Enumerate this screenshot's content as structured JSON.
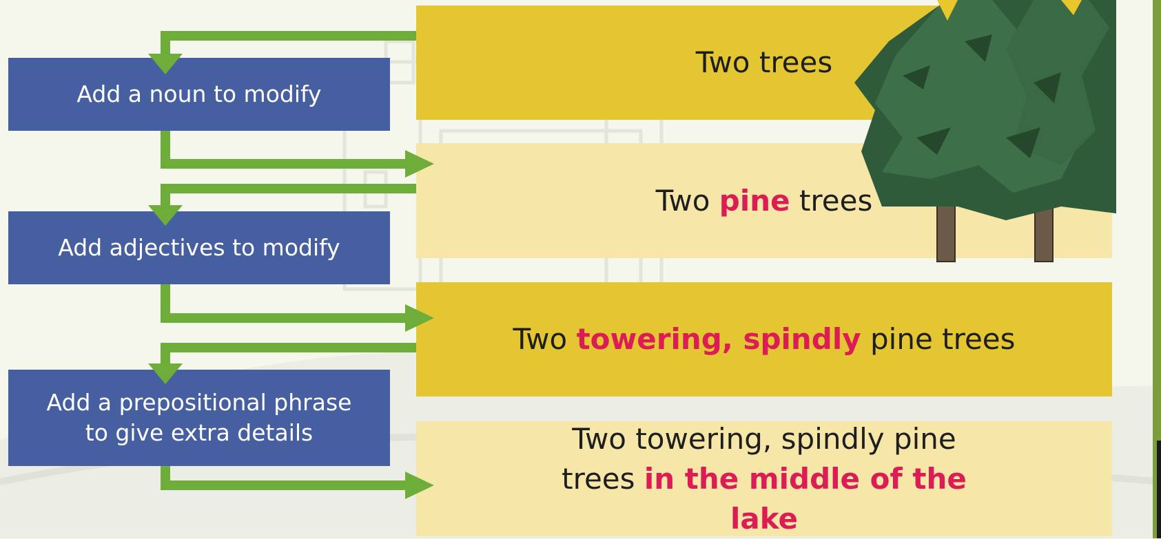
{
  "steps": [
    {
      "label": "Add a noun to modify"
    },
    {
      "label": "Add adjectives to modify"
    },
    {
      "label": "Add a prepositional phrase to give extra details"
    }
  ],
  "examples": [
    {
      "plain_start": "Two trees",
      "highlight": "",
      "plain_end": ""
    },
    {
      "plain_start": "Two ",
      "highlight": "pine",
      "plain_end": " trees"
    },
    {
      "plain_start": "Two ",
      "highlight": "towering, spindly",
      "plain_end": " pine trees"
    },
    {
      "plain_start": "Two towering, spindly pine trees ",
      "highlight": "in the middle of the lake",
      "plain_end": ""
    }
  ],
  "colors": {
    "step_box": "#465fa0",
    "example_dark": "#e4c532",
    "example_light": "#f6e7a8",
    "arrow": "#6fad3b",
    "highlight": "#dc1d55"
  },
  "decorations": [
    "pine-trees-illustration",
    "faded-castle-background"
  ]
}
